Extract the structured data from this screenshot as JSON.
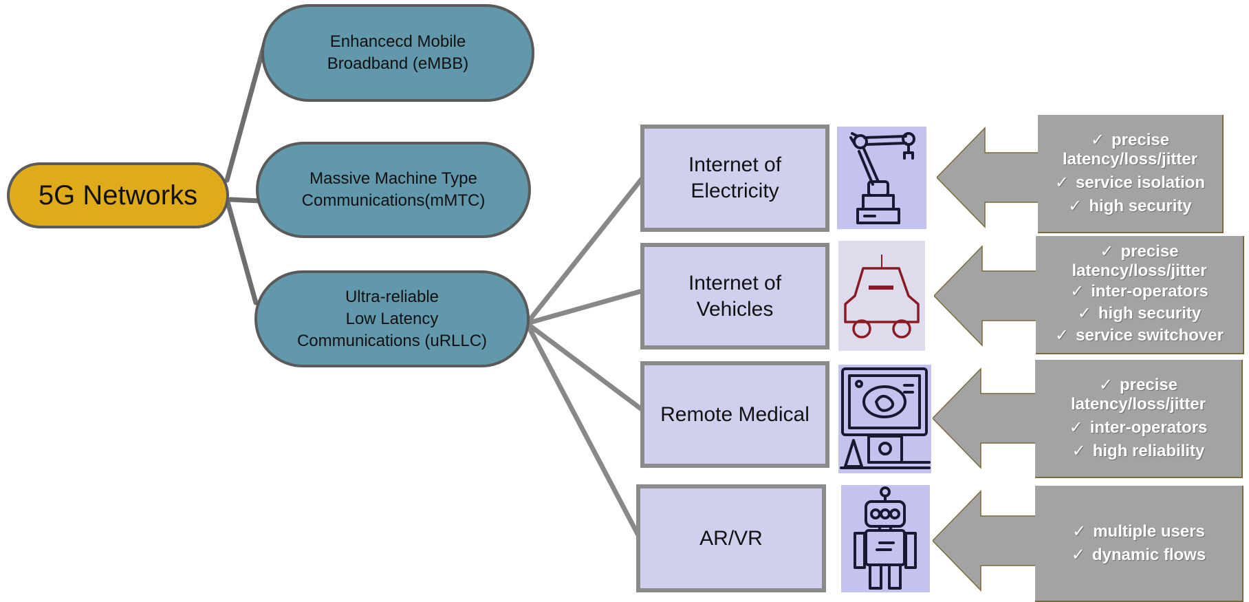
{
  "root": {
    "label": "5G Networks"
  },
  "categories": [
    {
      "label": "Enhancecd Mobile\nBroadband (eMBB)"
    },
    {
      "label": "Massive Machine Type\nCommunications(mMTC)"
    },
    {
      "label": "Ultra-reliable\nLow Latency\nCommunications (uRLLC)"
    }
  ],
  "applications": [
    {
      "label": "Internet of\nElectricity",
      "icon": "robot-arm-icon",
      "requirements": [
        "precise latency/loss/jitter",
        "service isolation",
        "high security"
      ]
    },
    {
      "label": "Internet of\nVehicles",
      "icon": "car-icon",
      "requirements": [
        "precise latency/loss/jitter",
        "inter-operators",
        "high security",
        "service switchover"
      ]
    },
    {
      "label": "Remote Medical",
      "icon": "ultrasound-monitor-icon",
      "requirements": [
        "precise latency/loss/jitter",
        "inter-operators",
        "high reliability"
      ]
    },
    {
      "label": "AR/VR",
      "icon": "robot-icon",
      "requirements": [
        "multiple users",
        "dynamic flows"
      ]
    }
  ],
  "check_mark": "✓",
  "colors": {
    "root": "#e0ab1a",
    "category": "#6298ab",
    "application": "#d0d0ee",
    "requirement_box": "#a3a3a3",
    "connector": "#6e6e6e"
  }
}
